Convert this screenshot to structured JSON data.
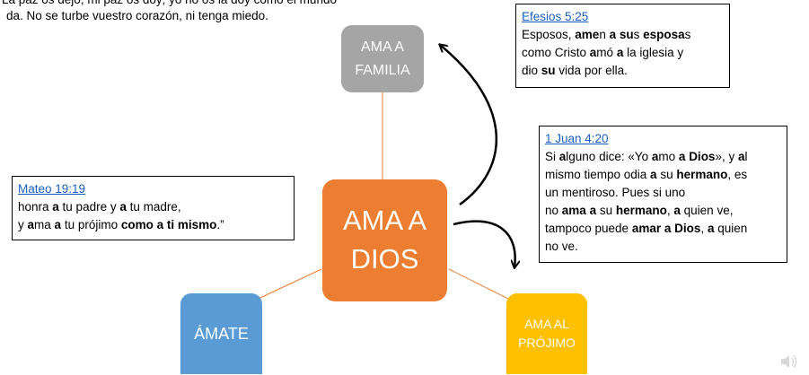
{
  "top_quote": {
    "line1": "La paz os dejo, mi paz os doy; yo no os la doy como el mundo",
    "line2": "da. No se turbe vuestro corazón, ni tenga miedo."
  },
  "nodes": {
    "center": {
      "line1": "AMA A",
      "line2": "DIOS",
      "color": "#ED7D31"
    },
    "top": {
      "line1": "AMA A",
      "line2": "FAMILIA",
      "color": "#A5A5A5"
    },
    "left": {
      "label": "ÁMATE",
      "color": "#5B9BD5"
    },
    "right": {
      "line1": "AMA AL",
      "line2": "PRÓJIMO",
      "color": "#FFC000"
    }
  },
  "verses": {
    "efesios": {
      "ref": "Efesios 5:25",
      "lines": [
        [
          [
            "Esposos, ",
            false
          ],
          [
            "ame",
            true
          ],
          [
            "n ",
            false
          ],
          [
            "a",
            true
          ],
          [
            " ",
            false
          ],
          [
            "su",
            true
          ],
          [
            "s ",
            false
          ],
          [
            "esposa",
            true
          ],
          [
            "s",
            false
          ]
        ],
        [
          [
            "como Cristo ",
            false
          ],
          [
            "a",
            true
          ],
          [
            "mó ",
            false
          ],
          [
            "a",
            true
          ],
          [
            " la iglesia y",
            false
          ]
        ],
        [
          [
            "dio ",
            false
          ],
          [
            "su",
            true
          ],
          [
            " vida por ella.",
            false
          ]
        ]
      ]
    },
    "juan": {
      "ref": "1 Juan 4:20",
      "lines": [
        [
          [
            "Si ",
            false
          ],
          [
            "a",
            true
          ],
          [
            "lguno dice: «Yo ",
            false
          ],
          [
            "a",
            true
          ],
          [
            "mo ",
            false
          ],
          [
            "a",
            true
          ],
          [
            " ",
            false
          ],
          [
            "Dios",
            true
          ],
          [
            "», y ",
            false
          ],
          [
            "a",
            true
          ],
          [
            "l",
            false
          ]
        ],
        [
          [
            "mismo tiempo odia ",
            false
          ],
          [
            "a",
            true
          ],
          [
            " su ",
            false
          ],
          [
            "hermano",
            true
          ],
          [
            ", es",
            false
          ]
        ],
        [
          [
            "un mentiroso. Pues si uno",
            false
          ]
        ],
        [
          [
            "no ",
            false
          ],
          [
            "ama",
            true
          ],
          [
            " ",
            false
          ],
          [
            "a",
            true
          ],
          [
            " su ",
            false
          ],
          [
            "hermano",
            true
          ],
          [
            ", ",
            false
          ],
          [
            "a",
            true
          ],
          [
            " quien ve,",
            false
          ]
        ],
        [
          [
            "tampoco puede ",
            false
          ],
          [
            "amar",
            true
          ],
          [
            " ",
            false
          ],
          [
            "a",
            true
          ],
          [
            " ",
            false
          ],
          [
            "Dios",
            true
          ],
          [
            ", ",
            false
          ],
          [
            "a",
            true
          ],
          [
            " quien",
            false
          ]
        ],
        [
          [
            "no ve.",
            false
          ]
        ]
      ]
    },
    "mateo": {
      "ref": "Mateo 19:19",
      "lines": [
        [
          [
            "honra ",
            false
          ],
          [
            "a",
            true
          ],
          [
            " tu padre y ",
            false
          ],
          [
            "a",
            true
          ],
          [
            " tu madre,",
            false
          ]
        ],
        [
          [
            "y ",
            false
          ],
          [
            "a",
            true
          ],
          [
            "ma ",
            false
          ],
          [
            "a",
            true
          ],
          [
            " tu prójimo ",
            false
          ],
          [
            "como a ti mismo",
            true
          ],
          [
            ".”",
            false
          ]
        ]
      ]
    }
  },
  "colors": {
    "connector": "#ED7D31",
    "link": "#1a5fc0"
  },
  "icons": {
    "speaker": "speaker-icon"
  }
}
